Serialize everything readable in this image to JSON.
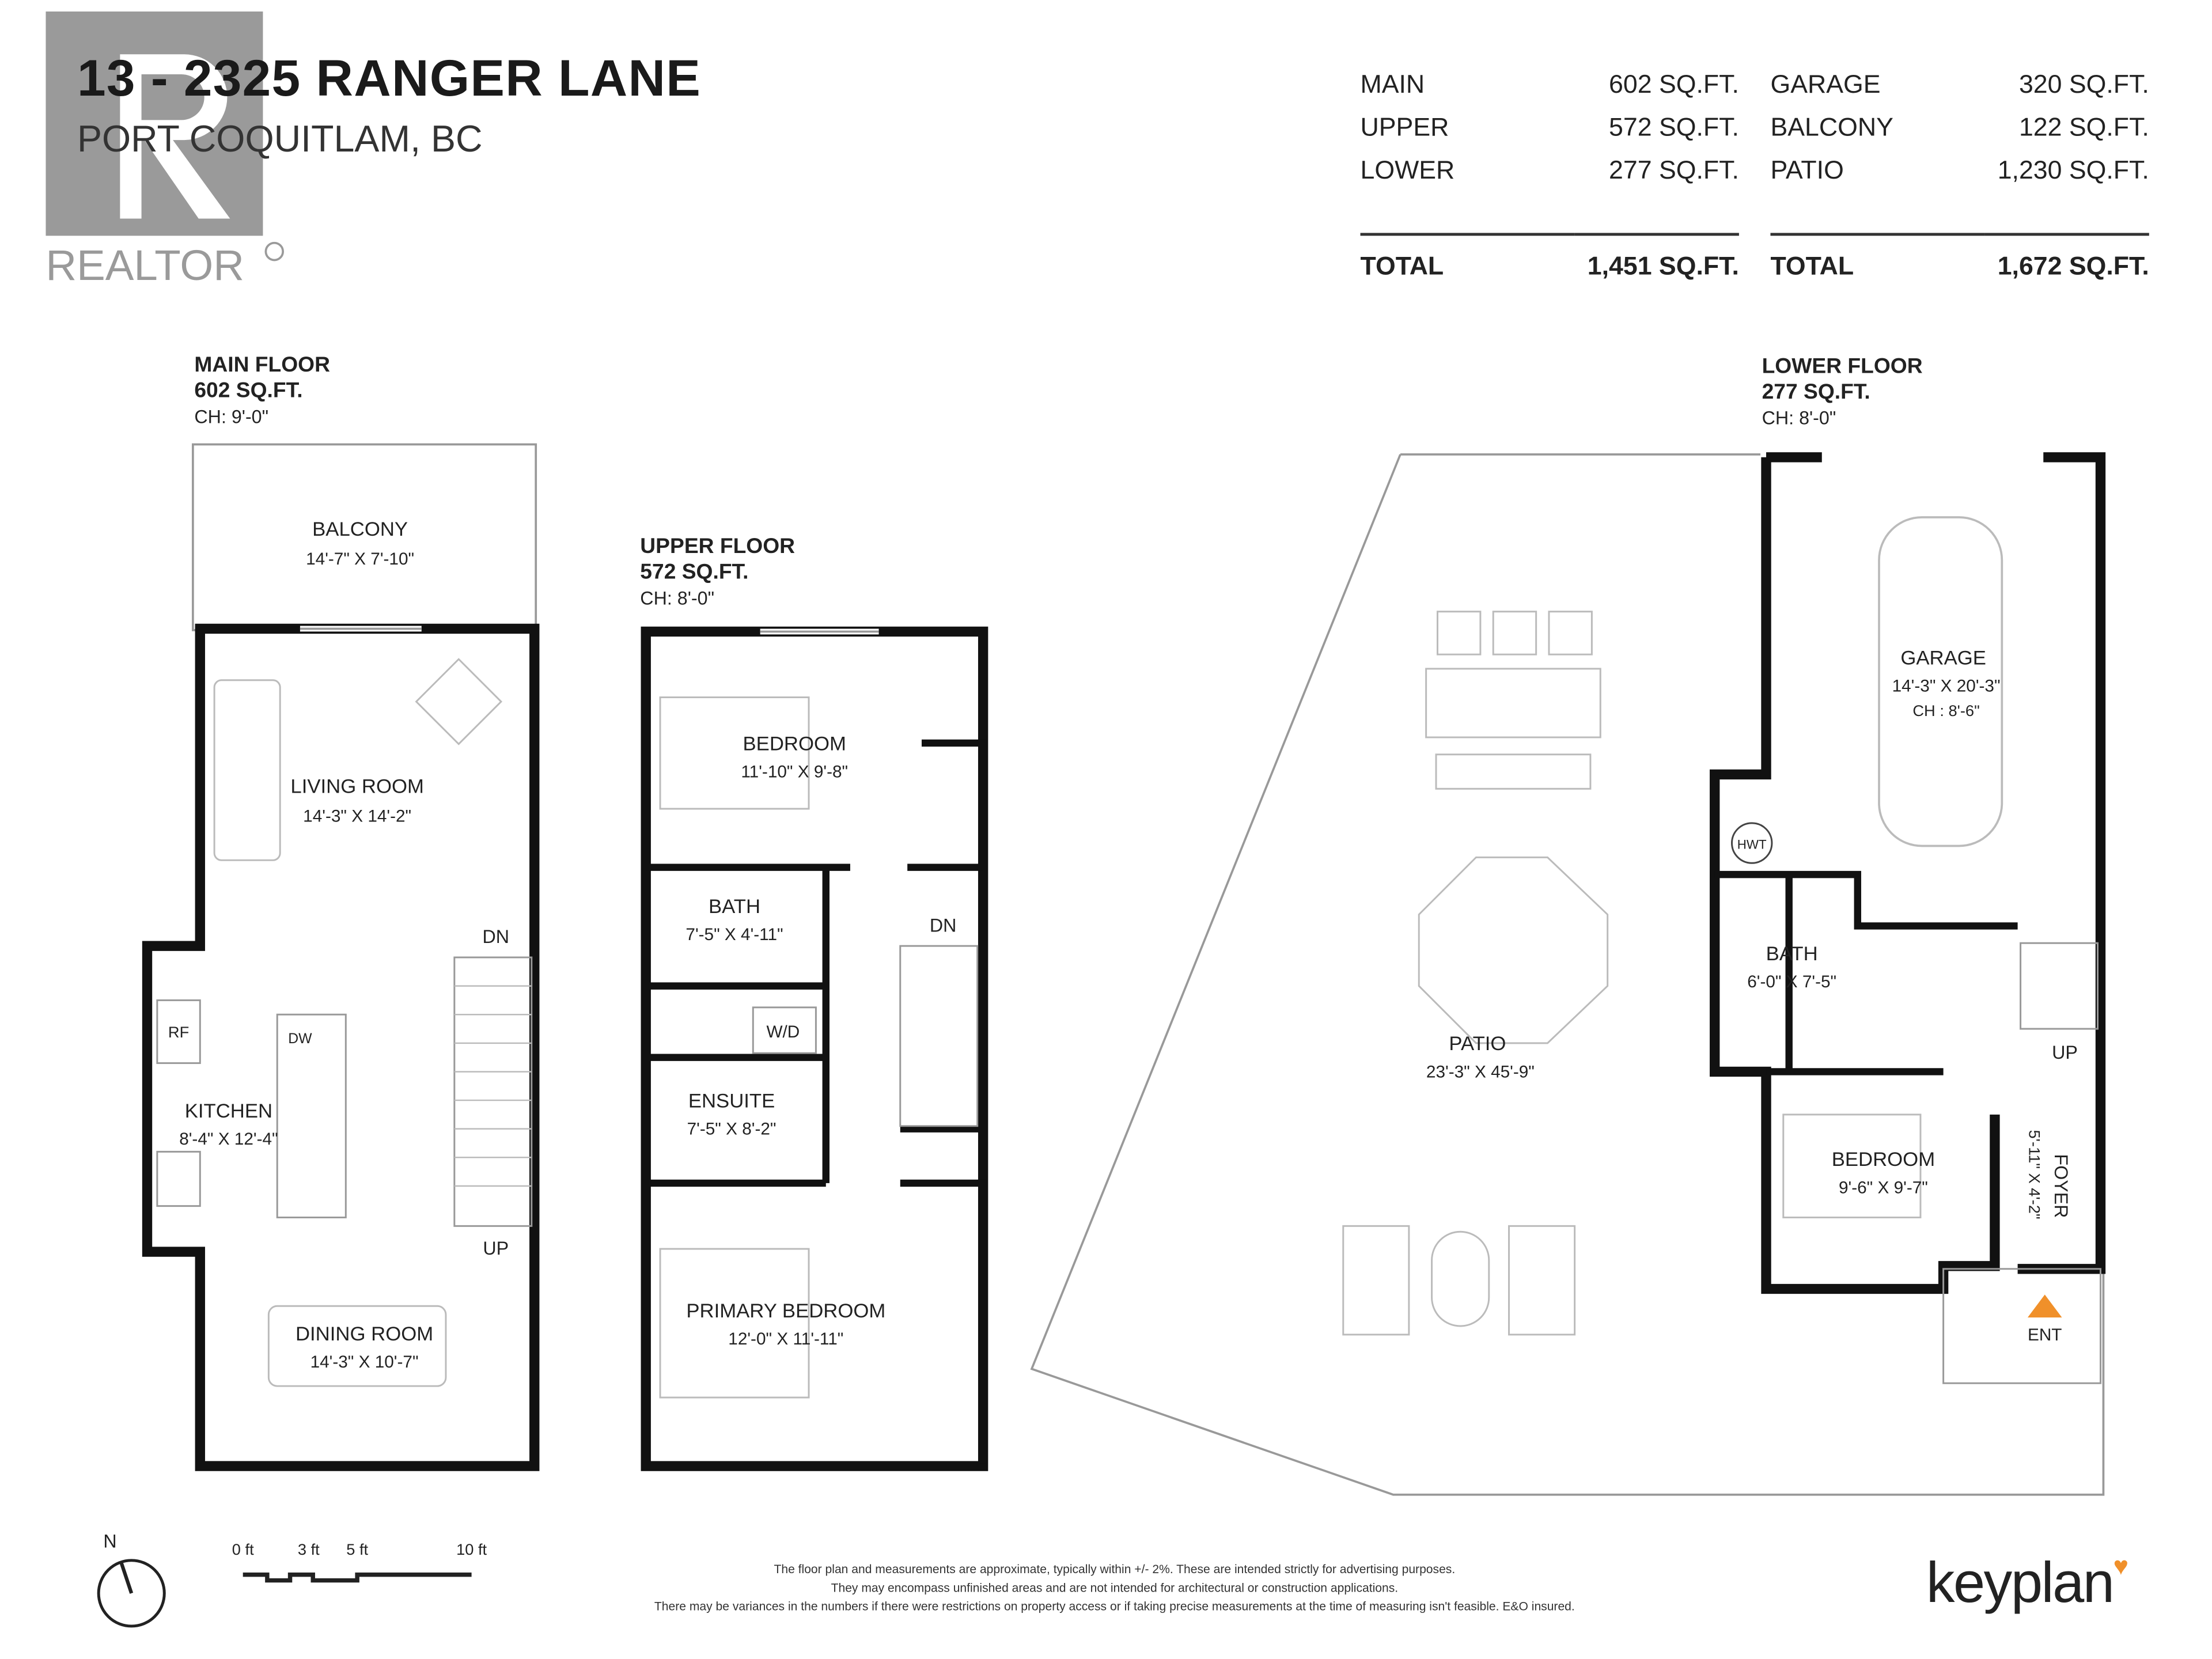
{
  "header": {
    "title": "13 - 2325 RANGER LANE",
    "subtitle": "PORT COQUITLAM, BC",
    "logo_text": "REALTOR"
  },
  "stats": {
    "left": [
      {
        "label": "MAIN",
        "value": "602 SQ.FT."
      },
      {
        "label": "UPPER",
        "value": "572 SQ.FT."
      },
      {
        "label": "LOWER",
        "value": "277 SQ.FT."
      }
    ],
    "left_total": {
      "label": "TOTAL",
      "value": "1,451 SQ.FT."
    },
    "right": [
      {
        "label": "GARAGE",
        "value": "320 SQ.FT."
      },
      {
        "label": "BALCONY",
        "value": "122 SQ.FT."
      },
      {
        "label": "PATIO",
        "value": "1,230 SQ.FT."
      }
    ],
    "right_total": {
      "label": "TOTAL",
      "value": "1,672 SQ.FT."
    }
  },
  "floors": {
    "main": {
      "name": "MAIN FLOOR",
      "area": "602 SQ.FT.",
      "ch": "CH: 9'-0\""
    },
    "upper": {
      "name": "UPPER FLOOR",
      "area": "572 SQ.FT.",
      "ch": "CH: 8'-0\""
    },
    "lower": {
      "name": "LOWER FLOOR",
      "area": "277 SQ.FT.",
      "ch": "CH: 8'-0\""
    }
  },
  "rooms": {
    "balcony": {
      "name": "BALCONY",
      "dims": "14'-7\" X 7'-10\""
    },
    "living": {
      "name": "LIVING ROOM",
      "dims": "14'-3\" X 14'-2\""
    },
    "kitchen": {
      "name": "KITCHEN",
      "dims": "8'-4\" X 12'-4\""
    },
    "dining": {
      "name": "DINING ROOM",
      "dims": "14'-3\" X 10'-7\""
    },
    "bedroom_up": {
      "name": "BEDROOM",
      "dims": "11'-10\" X 9'-8\""
    },
    "bath_up": {
      "name": "BATH",
      "dims": "7'-5\" X 4'-11\""
    },
    "ensuite": {
      "name": "ENSUITE",
      "dims": "7'-5\" X 8'-2\""
    },
    "primary": {
      "name": "PRIMARY BEDROOM",
      "dims": "12'-0\" X 11'-11\""
    },
    "patio": {
      "name": "PATIO",
      "dims": "23'-3\" X 45'-9\""
    },
    "garage": {
      "name": "GARAGE",
      "dims": "14'-3\" X 20'-3\"",
      "ch": "CH : 8'-6\""
    },
    "bath_low": {
      "name": "BATH",
      "dims": "6'-0\" X 7'-5\""
    },
    "bedroom_low": {
      "name": "BEDROOM",
      "dims": "9'-6\" X 9'-7\""
    },
    "foyer": {
      "name": "FOYER",
      "dims": "5'-11\" X 4'-2\""
    }
  },
  "fixtures": {
    "rf": "RF",
    "dw": "DW",
    "wd": "W/D",
    "hwt": "HWT",
    "dn": "DN",
    "up": "UP",
    "ent": "ENT"
  },
  "scale": {
    "north": "N",
    "ticks": [
      "0 ft",
      "3 ft",
      "5 ft",
      "10 ft"
    ]
  },
  "disclaimer": [
    "The floor plan and measurements are approximate, typically within +/- 2%. These are intended strictly for advertising purposes.",
    "They may encompass unfinished areas and are not intended for architectural or construction applications.",
    "There may be variances in the numbers if there were restrictions on property access or if taking precise measurements at the time of measuring isn't feasible. E&O insured."
  ],
  "brand": "keyplan",
  "colors": {
    "wall": "#111111",
    "accent": "#f0902a",
    "logo": "#9a9a9a"
  }
}
